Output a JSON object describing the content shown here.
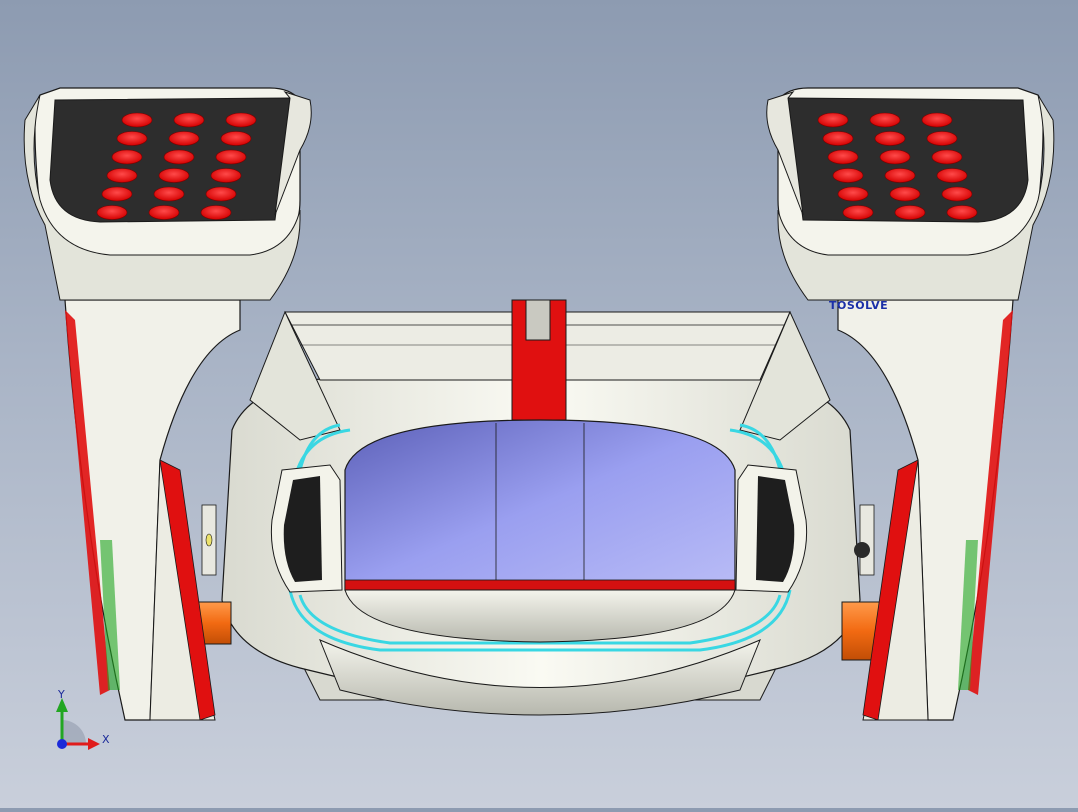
{
  "viewport": {
    "background_top": "#8d9bb1",
    "background_bottom": "#c9cfdb"
  },
  "model": {
    "brand_label": "TOSOLVE",
    "colors": {
      "shell": "#f2f2ea",
      "accent_red": "#e01010",
      "glass": "#8f95e6",
      "cyan_lines": "#39d7e3",
      "orange_pipe": "#f26a12",
      "dark_panel": "#2d2d2d",
      "edge": "#1a1a1a"
    },
    "left_panel": {
      "lights": {
        "rows": 6,
        "cols": 3
      }
    },
    "right_panel": {
      "lights": {
        "rows": 6,
        "cols": 3
      }
    }
  },
  "triad": {
    "x_label": "X",
    "y_label": "Y",
    "x_color": "#e01b1b",
    "y_color": "#22a622",
    "z_color": "#1b2ad9"
  }
}
